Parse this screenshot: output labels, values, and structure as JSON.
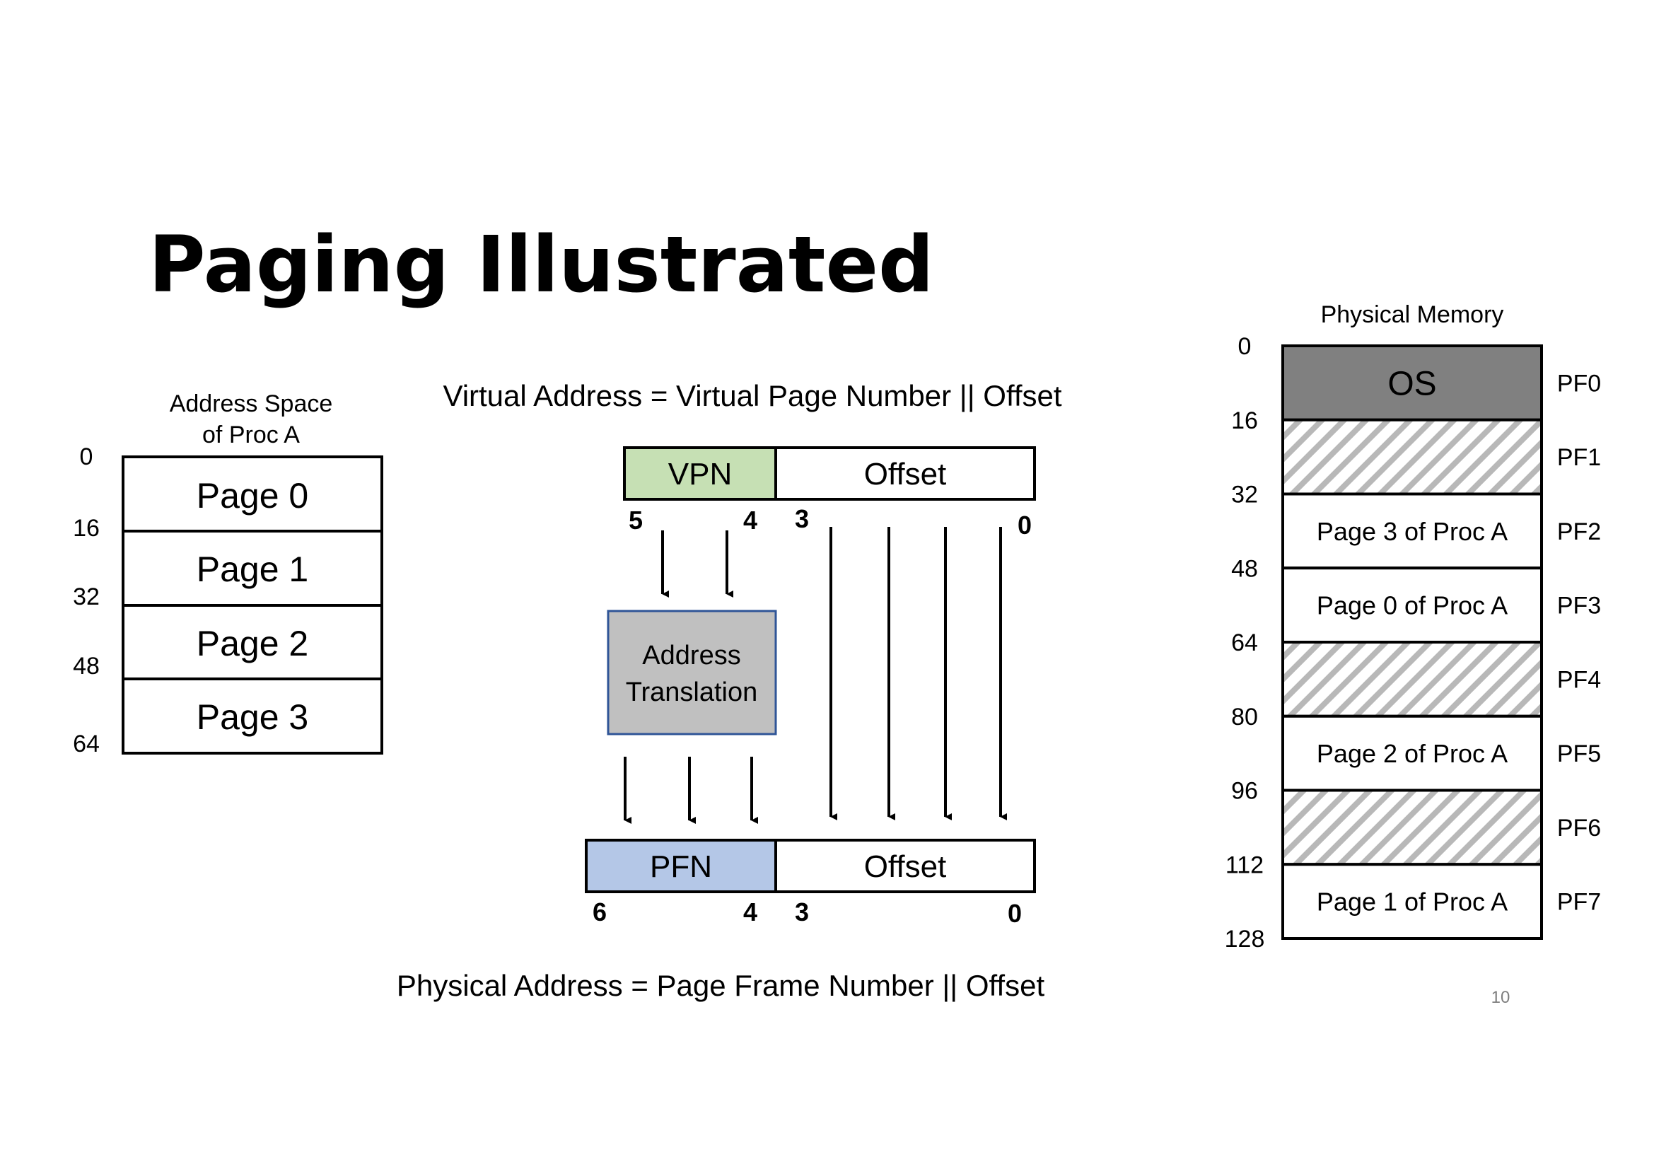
{
  "title": "Paging Illustrated",
  "address_space": {
    "heading_line1": "Address Space",
    "heading_line2": "of Proc A",
    "addresses": [
      "0",
      "16",
      "32",
      "48",
      "64"
    ],
    "pages": [
      "Page 0",
      "Page 1",
      "Page 2",
      "Page 3"
    ]
  },
  "virtual_eq": "Virtual Address = Virtual Page Number || Offset",
  "physical_eq": "Physical Address = Page Frame Number || Offset",
  "vaddr": {
    "vpn_label": "VPN",
    "offset_label": "Offset",
    "bit_5": "5",
    "bit_4": "4",
    "bit_3": "3",
    "bit_0": "0",
    "vpn_color": "#c6e0b4"
  },
  "translation": {
    "line1": "Address",
    "line2": "Translation",
    "fill": "#c0c0c0",
    "border": "#2f5597"
  },
  "paddr": {
    "pfn_label": "PFN",
    "offset_label": "Offset",
    "bit_6": "6",
    "bit_4": "4",
    "bit_3": "3",
    "bit_0": "0",
    "pfn_color": "#b4c7e7"
  },
  "physical_memory": {
    "heading": "Physical Memory",
    "addresses": [
      "0",
      "16",
      "32",
      "48",
      "64",
      "80",
      "96",
      "112",
      "128"
    ],
    "frames": [
      {
        "label": "OS",
        "id": "PF0",
        "kind": "os"
      },
      {
        "label": "",
        "id": "PF1",
        "kind": "free"
      },
      {
        "label": "Page 3 of Proc A",
        "id": "PF2",
        "kind": "used"
      },
      {
        "label": "Page 0 of Proc A",
        "id": "PF3",
        "kind": "used"
      },
      {
        "label": "",
        "id": "PF4",
        "kind": "free"
      },
      {
        "label": "Page 2 of Proc A",
        "id": "PF5",
        "kind": "used"
      },
      {
        "label": "",
        "id": "PF6",
        "kind": "free"
      },
      {
        "label": "Page 1 of Proc A",
        "id": "PF7",
        "kind": "used"
      }
    ],
    "os_color": "#808080"
  },
  "slide_number": "10"
}
